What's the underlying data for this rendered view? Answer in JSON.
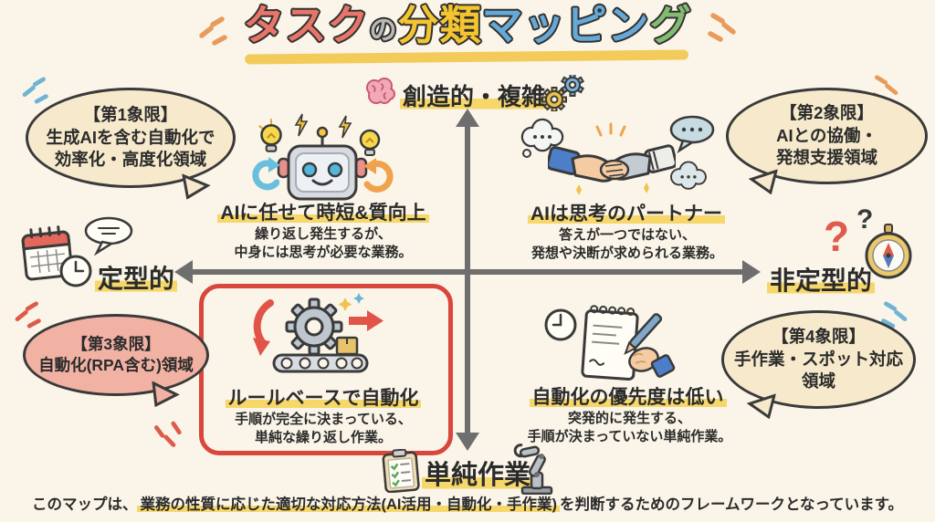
{
  "title": {
    "segments": [
      {
        "text": "タスク",
        "color": "#E8756A"
      },
      {
        "text": "の",
        "color": "#B9B9B9"
      },
      {
        "text": "分類",
        "color": "#F4C531"
      },
      {
        "text": "マッピン",
        "color": "#64A9D8"
      },
      {
        "text": "グ",
        "color": "#82BC72"
      }
    ]
  },
  "axes": {
    "top": "創造的・複雑",
    "bottom": "単純作業",
    "left": "定型的",
    "right": "非定型的"
  },
  "quadrants": {
    "q1": {
      "bubble": [
        "【第1象限】",
        "生成AIを含む自動化で",
        "効率化・高度化領域"
      ],
      "heading": "AIに任せて時短&質向上",
      "lines": [
        "繰り返し発生するが、",
        "中身には思考が必要な業務。"
      ]
    },
    "q2": {
      "bubble": [
        "【第2象限】",
        "AIとの協働・",
        "発想支援領域"
      ],
      "heading": "AIは思考のパートナー",
      "lines": [
        "答えが一つではない、",
        "発想や決断が求められる業務。"
      ]
    },
    "q3": {
      "bubble": [
        "【第3象限】",
        "自動化(RPA含む)領域"
      ],
      "heading": "ルールベースで自動化",
      "lines": [
        "手順が完全に決まっている、",
        "単純な繰り返し作業。"
      ]
    },
    "q4": {
      "bubble": [
        "【第4象限】",
        "手作業・スポット対応",
        "領域"
      ],
      "heading": "自動化の優先度は低い",
      "lines": [
        "突発的に発生する、",
        "手順が決まっていない単純作業。"
      ]
    }
  },
  "footer": {
    "prefix": "このマップは、",
    "highlight": "業務の性質に応じた適切な対応方法(AI活用・自動化・手作業)",
    "suffix": "を判断するためのフレームワークとなっています。"
  },
  "decorations": {
    "question_mark_red": "?",
    "question_mark_dark": "?"
  },
  "icons": {
    "brain-icon": "pink brain",
    "gears-icon": "yellow and blue gears",
    "robot-icon": "robot face with antenna",
    "lightbulb-icon": "light bulb",
    "lightning-icon": "lightning bolt",
    "cycle-arrow-blue-icon": "blue curved arrow",
    "cycle-arrow-orange-icon": "orange curved arrow",
    "handshake-icon": "human and robot handshake",
    "thought-cloud-icon": "thought cloud with dots",
    "speech-bubble-icon": "speech bubble with dots",
    "calendar-clock-icon": "calendar with clock",
    "mini-speech-icon": "small speech bubble",
    "compass-icon": "compass",
    "gear-conveyor-icon": "gear on conveyor belt with red arrows",
    "clock-icon": "clock",
    "notepad-writing-icon": "hand writing on notepad",
    "clipboard-icon": "clipboard with green checklist",
    "robot-arm-icon": "robot arm"
  },
  "colors": {
    "background": "#FAF5E8",
    "bubble_cream": "#F6E9CC",
    "bubble_pink": "#F1B1A3",
    "highlight_yellow": "#F6D254",
    "axis_gray": "#6E6E6E",
    "red_box": "#D8463C",
    "title_red": "#E8756A",
    "title_yellow": "#F4C531",
    "title_blue": "#64A9D8",
    "title_green": "#82BC72",
    "text_dark": "#2B2B2B"
  }
}
